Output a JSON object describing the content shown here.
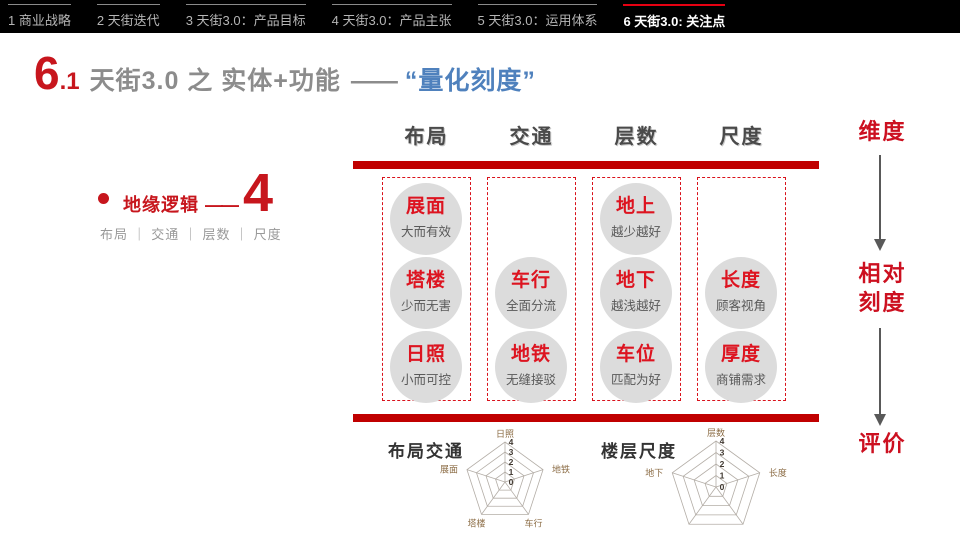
{
  "nav": {
    "tabs": [
      {
        "label": "1 商业战略",
        "active": false
      },
      {
        "label": "2 天街迭代",
        "active": false
      },
      {
        "label": "3 天街3.0：产品目标",
        "active": false
      },
      {
        "label": "4 天街3.0：产品主张",
        "active": false
      },
      {
        "label": "5 天街3.0：运用体系",
        "active": false
      },
      {
        "label": "6 天街3.0: 关注点",
        "active": true
      }
    ]
  },
  "title": {
    "number": "6",
    "sub_number": ".1",
    "text": "天街3.0 之 实体+功能",
    "dash": "——",
    "highlight": "“量化刻度”"
  },
  "left_panel": {
    "bullet_title": "地缘逻辑",
    "dash": "——",
    "count": "4",
    "dimensions": "布局 ｜ 交通 ｜ 层数 ｜ 尺度"
  },
  "matrix": {
    "headers": [
      "布局",
      "交通",
      "层数",
      "尺度"
    ],
    "columns": [
      {
        "header": "布局",
        "cells": [
          {
            "title": "展面",
            "subtitle": "大而有效"
          },
          {
            "title": "塔楼",
            "subtitle": "少而无害"
          },
          {
            "title": "日照",
            "subtitle": "小而可控"
          }
        ]
      },
      {
        "header": "交通",
        "cells": [
          {
            "title": "车行",
            "subtitle": "全面分流"
          },
          {
            "title": "地铁",
            "subtitle": "无缝接驳"
          }
        ]
      },
      {
        "header": "层数",
        "cells": [
          {
            "title": "地上",
            "subtitle": "越少越好"
          },
          {
            "title": "地下",
            "subtitle": "越浅越好"
          },
          {
            "title": "车位",
            "subtitle": "匹配为好"
          }
        ]
      },
      {
        "header": "尺度",
        "cells": [
          {
            "title": "长度",
            "subtitle": "顾客视角"
          },
          {
            "title": "厚度",
            "subtitle": "商铺需求"
          }
        ]
      }
    ]
  },
  "right_rail": {
    "step1": "维度",
    "step2_line1": "相对",
    "step2_line2": "刻度",
    "step3": "评价"
  },
  "chart_data": [
    {
      "type": "radar",
      "title": "布局交通",
      "axes": [
        "日照",
        "地铁",
        "车行",
        "塔楼",
        "展面"
      ],
      "ticks": [
        0,
        1,
        2,
        3,
        4
      ],
      "max": 4,
      "series": [],
      "note": "empty radar grid, no data series plotted"
    },
    {
      "type": "radar",
      "title": "楼层尺度",
      "axes": [
        "层数",
        "长度",
        "",
        "",
        "地下"
      ],
      "ticks": [
        0,
        1,
        2,
        3,
        4
      ],
      "max": 4,
      "series": [],
      "note": "empty radar grid, bottom axis labels cut off by slide edge"
    }
  ],
  "colors": {
    "accent_red": "#c00000",
    "bright_red": "#e60012",
    "title_red": "#c7161d",
    "highlight_blue": "#4f81bd",
    "circle_gray": "#dcdcdc",
    "nav_black": "#000000"
  }
}
